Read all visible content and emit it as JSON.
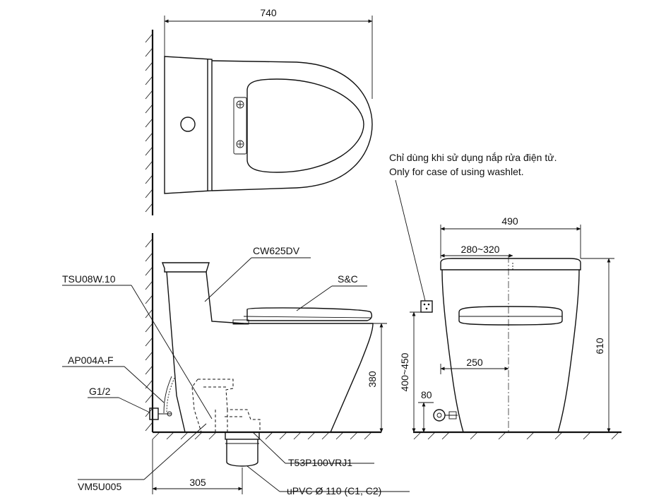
{
  "note": {
    "vi": "Chỉ dùng khi sử dụng nắp rửa điện tử.",
    "en": "Only for case of using washlet."
  },
  "parts": {
    "body": "CW625DV",
    "seat": "S&C",
    "valve": "TSU08W.10",
    "hose": "AP004A-F",
    "thread": "G1/2",
    "flange": "VM5U005",
    "outlet": "T53P100VRJ1",
    "pipe": "uPVC Ø 110 (C1, C2)"
  },
  "dimensions": {
    "width_top": "740",
    "width_front": "490",
    "seat_range": "280~320",
    "height_side": "380",
    "height_front": "610",
    "inlet_height": "400~450",
    "offset_250": "250",
    "supply_height": "80",
    "rough_in": "305"
  }
}
